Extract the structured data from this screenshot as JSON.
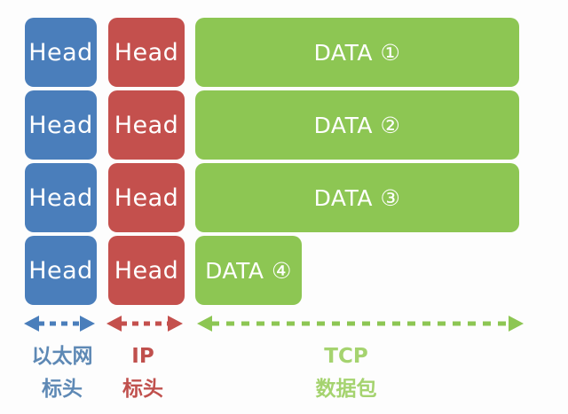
{
  "rows": [
    {
      "ethernet": "Head",
      "ip": "Head",
      "data": "DATA ①"
    },
    {
      "ethernet": "Head",
      "ip": "Head",
      "data": "DATA ②"
    },
    {
      "ethernet": "Head",
      "ip": "Head",
      "data": "DATA ③"
    },
    {
      "ethernet": "Head",
      "ip": "Head",
      "data": "DATA ④"
    }
  ],
  "legend": {
    "ethernet": {
      "line1": "以太网",
      "line2": "标头"
    },
    "ip": {
      "line1": "IP",
      "line2": "标头"
    },
    "tcp": {
      "line1": "TCP",
      "line2": "数据包"
    }
  },
  "colors": {
    "ethernet": "#4A7EBB",
    "ip": "#C4504D",
    "tcp": "#8DC653",
    "ethernet_label": "#5E89B5",
    "ip_label": "#C0504D",
    "tcp_label": "#A5D36F",
    "box_text": "#FFFFFF"
  }
}
